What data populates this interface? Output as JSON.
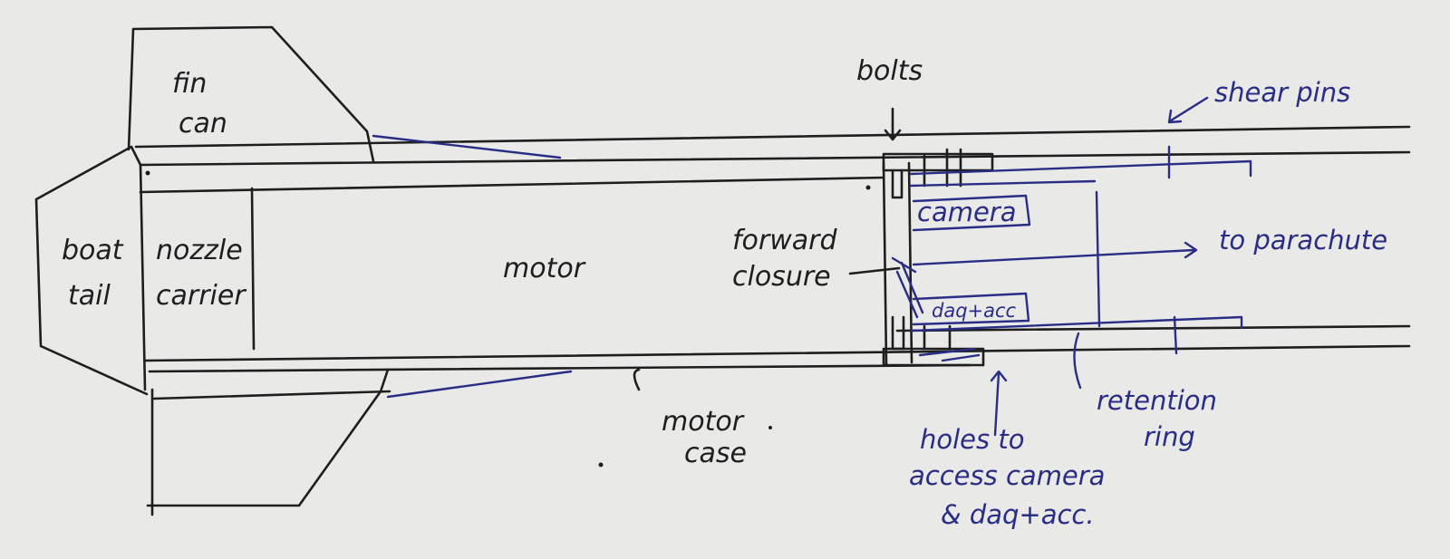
{
  "colors": {
    "paper": "#e9e9e7",
    "pencil": "#1e1e1e",
    "blue_ink": "#2a2d85"
  },
  "labels": {
    "fin_can": [
      "fin",
      "can"
    ],
    "boat_tail": [
      "boat",
      "tail"
    ],
    "nozzle_carrier": [
      "nozzle",
      "carrier"
    ],
    "motor": "motor",
    "motor_case": [
      "motor",
      "case"
    ],
    "bolts": "bolts",
    "forward_closure": [
      "forward",
      "closure"
    ],
    "camera": "camera",
    "daq_acc": "daq+acc",
    "to_parachute": "to parachute",
    "shear_pins": "shear pins",
    "retention_ring": [
      "retention",
      "ring"
    ],
    "holes_access": [
      "holes to",
      "access camera",
      "& daq+acc."
    ]
  }
}
